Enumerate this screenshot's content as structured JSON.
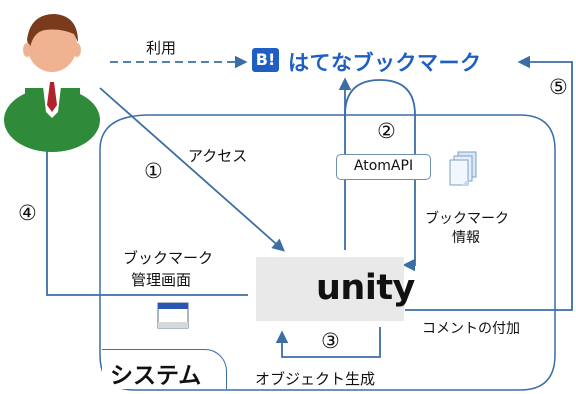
{
  "diagram": {
    "service_logo_mark": "B!",
    "service_name": "はてなブックマーク",
    "labels": {
      "usage": "利用",
      "access": "アクセス",
      "atom_api": "AtomAPI",
      "bookmark_info": [
        "ブックマーク",
        "情報"
      ],
      "admin_screen": [
        "ブックマーク",
        "管理画面"
      ],
      "comment": "コメントの付加",
      "object_generation": "オブジェクト生成",
      "system": "システム",
      "unity": "unity"
    },
    "steps": [
      "①",
      "②",
      "③",
      "④",
      "⑤"
    ],
    "colors": {
      "arrow": "#3b6ea5",
      "brand": "#1f5fc3",
      "unity_bg": "#e9e9e9"
    }
  }
}
